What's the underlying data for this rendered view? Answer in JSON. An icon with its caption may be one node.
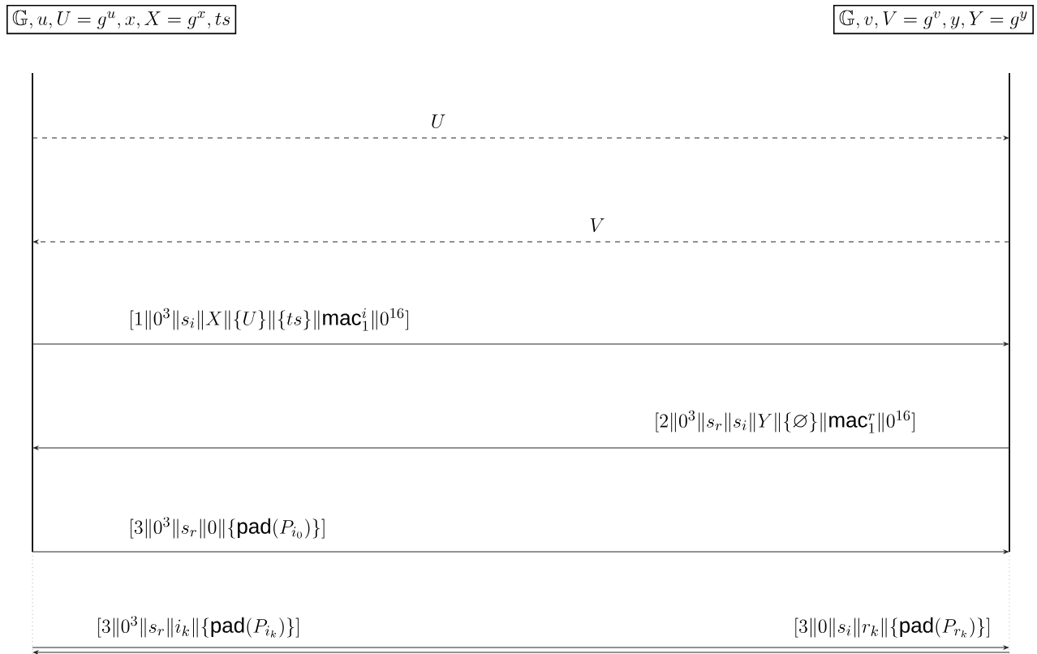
{
  "diagram": {
    "nodes": [
      {
        "text": [
          "\\mathbb{G}, u, U = g^{u}, x, X = g^{x}, ts"
        ]
      },
      {
        "text": [
          "\\mathbb{G}, v, V = g^{v}, y, Y = g^{y}"
        ]
      },
      {
        "text": [],
        "shape": "bar"
      },
      {
        "text": [],
        "shape": "bar"
      }
    ],
    "edges": [
      {
        "from": 2,
        "to": 3,
        "arrow": "to",
        "style": "dashed",
        "label": "U"
      },
      {
        "from": 3,
        "to": 2,
        "arrow": "to",
        "style": "dashed",
        "label": "V"
      },
      {
        "from": 2,
        "to": 3,
        "arrow": "to",
        "label": "[1 \\| 0^{3} \\| s_{i} \\| X \\| \\{U\\} \\| \\{ts\\} \\| \\mathrm{mac}_{1}^{i} \\| 0^{16}]"
      },
      {
        "from": 3,
        "to": 2,
        "arrow": "to",
        "label": "[2 \\| 0^{3} \\| s_{r} \\| s_{i} \\| Y \\| \\{\\varnothing\\} \\| \\mathrm{mac}_{1}^{r} \\| 0^{16}]"
      },
      {
        "from": 2,
        "to": 3,
        "arrow": "to",
        "label": "[3 \\| 0^{3} \\| s_{r} \\| 0 \\| \\{\\mathrm{pad}(P_{i_{0}})\\}]"
      },
      {
        "from": 2,
        "to": 3,
        "arrow": "to",
        "label": "[3 \\| 0^{3} \\| s_{r} \\| i_{k} \\| \\{\\mathrm{pad}(P_{i_{k}})\\}]"
      },
      {
        "from": 3,
        "to": 2,
        "arrow": "to",
        "label": "[3 \\| 0 \\| s_{i} \\| r_{k} \\| \\{\\mathrm{pad}(P_{r_{k}})\\}]"
      }
    ]
  }
}
